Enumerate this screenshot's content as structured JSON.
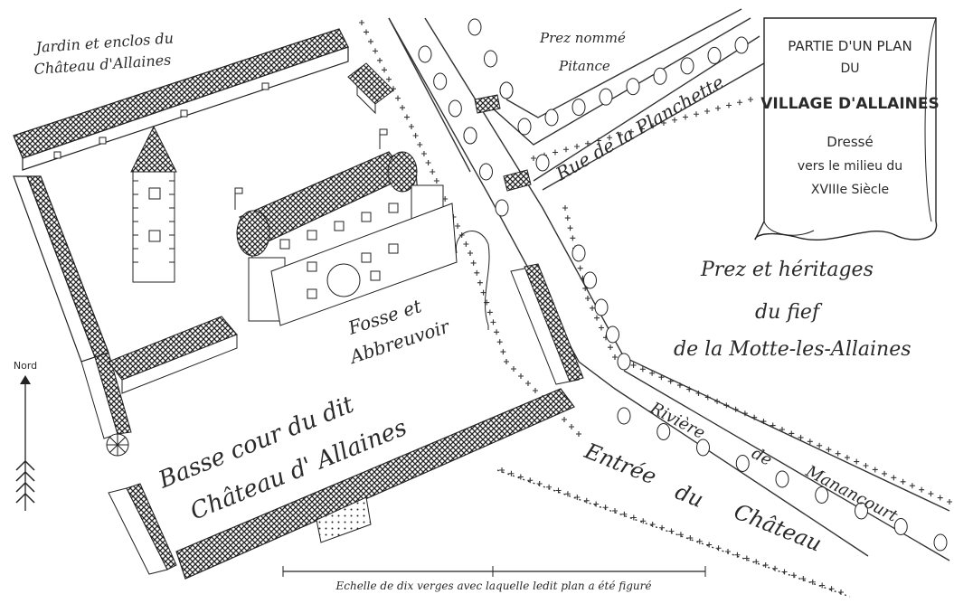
{
  "map": {
    "labels": {
      "garden_line1": "Jardin et enclos du",
      "garden_line2": "Château d'Allaines",
      "prez_line1": "Prez nommé",
      "prez_line2": "Pitance",
      "rue": "Rue de la Planchette",
      "fosse_line1": "Fosse et",
      "fosse_line2": "Abbreuvoir",
      "herit_line1": "Prez et héritages",
      "herit_line2": "du fief",
      "herit_line3": "de la Motte-les-Allaines",
      "basse_line1": "Basse cour du dit",
      "basse_line2": "Château d' Allaines",
      "riviere_1": "Rivière",
      "riviere_2": "de",
      "riviere_3": "Manancourt",
      "entree_1": "Entrée",
      "entree_2": "du",
      "entree_3": "Château",
      "nord": "Nord",
      "scale": "Echelle de dix verges avec laquelle ledit plan a été figuré"
    },
    "cartouche": {
      "line1": "PARTIE D'UN PLAN",
      "line2": "DU",
      "line3": "VILLAGE D'ALLAINES",
      "line4": "Dressé",
      "line5": "vers le milieu du",
      "line6": "XVIIIe Siècle"
    },
    "colors": {
      "ink": "#333333",
      "paper": "#ffffff"
    }
  }
}
